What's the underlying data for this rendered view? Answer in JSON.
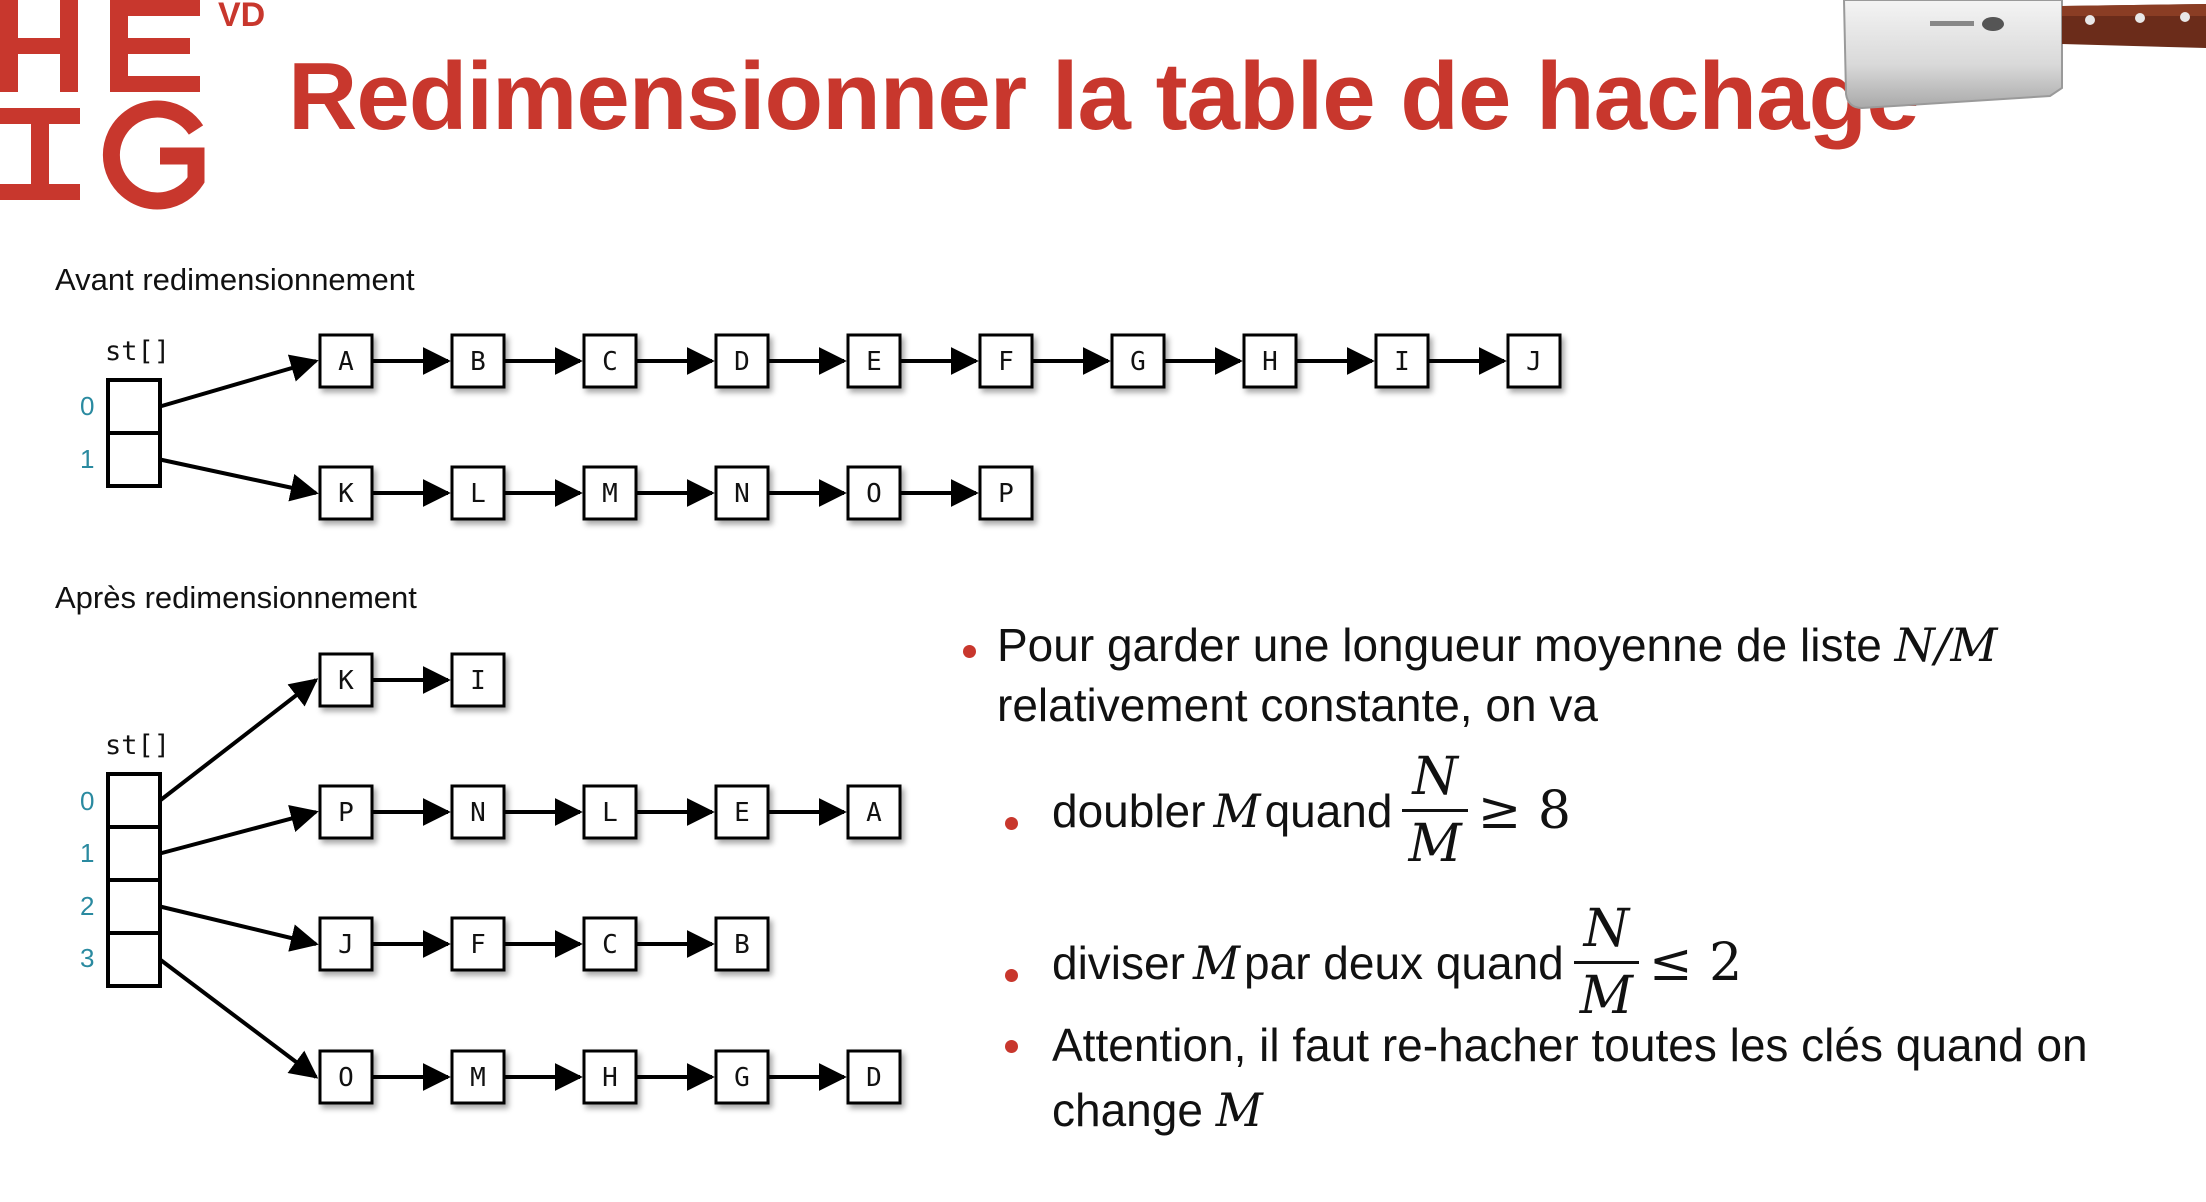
{
  "slide": {
    "title": "Redimensionner la table de hachage",
    "logo_text": "VD",
    "brand_color": "#c8372d"
  },
  "before": {
    "label": "Avant redimensionnement",
    "array_label": "st[]",
    "indices": [
      "0",
      "1"
    ],
    "chains": [
      [
        "A",
        "B",
        "C",
        "D",
        "E",
        "F",
        "G",
        "H",
        "I",
        "J"
      ],
      [
        "K",
        "L",
        "M",
        "N",
        "O",
        "P"
      ]
    ]
  },
  "after": {
    "label": "Après redimensionnement",
    "array_label": "st[]",
    "indices": [
      "0",
      "1",
      "2",
      "3"
    ],
    "chains": [
      [
        "K",
        "I"
      ],
      [
        "P",
        "N",
        "L",
        "E",
        "A"
      ],
      [
        "J",
        "F",
        "C",
        "B"
      ],
      [
        "O",
        "M",
        "H",
        "G",
        "D"
      ]
    ]
  },
  "bullets": {
    "b1_text": "Pour garder une longueur moyenne de liste ",
    "b1_math": "N/M",
    "b1_line2": "relativement constante, on va",
    "b2_text_a": "doubler ",
    "b2_math_a": "M",
    "b2_text_b": " quand",
    "b2_num": "N",
    "b2_den": "M",
    "b2_rel": "≥ 8",
    "b3_text_a": "diviser ",
    "b3_math_a": "M",
    "b3_text_b": " par deux quand",
    "b3_num": "N",
    "b3_den": "M",
    "b3_rel": "≤ 2",
    "b4_text": "Attention, il faut re-hacher toutes les clés quand on",
    "b4_line2": "change ",
    "b4_math": "M"
  }
}
